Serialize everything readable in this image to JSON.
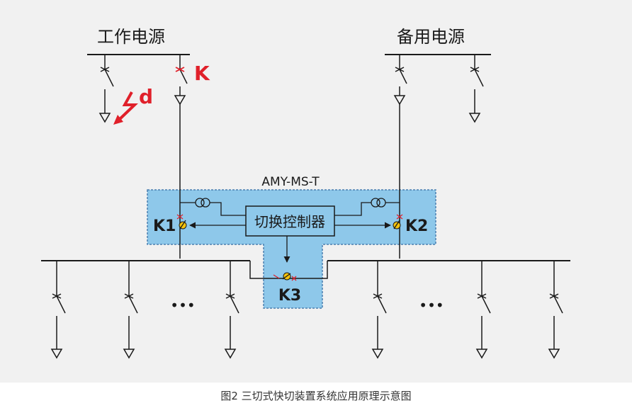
{
  "sources": {
    "working": "工作电源",
    "backup": "备用电源"
  },
  "fault": {
    "breaker_label": "K",
    "fault_label": "d"
  },
  "device": {
    "model": "AMY-MS-T",
    "controller": "切换控制器",
    "k1": "K1",
    "k2": "K2",
    "k3": "K3"
  },
  "feeders": {
    "ellipsis_left": "•••",
    "ellipsis_right": "•••"
  },
  "caption": "图2 三切式快切装置系统应用原理示意图",
  "colors": {
    "line": "#1a1a1a",
    "accent": "#e0202a",
    "device_fill": "#8ec8ea",
    "device_border": "#4a7fb0",
    "switch_fill": "#f4c20d"
  }
}
